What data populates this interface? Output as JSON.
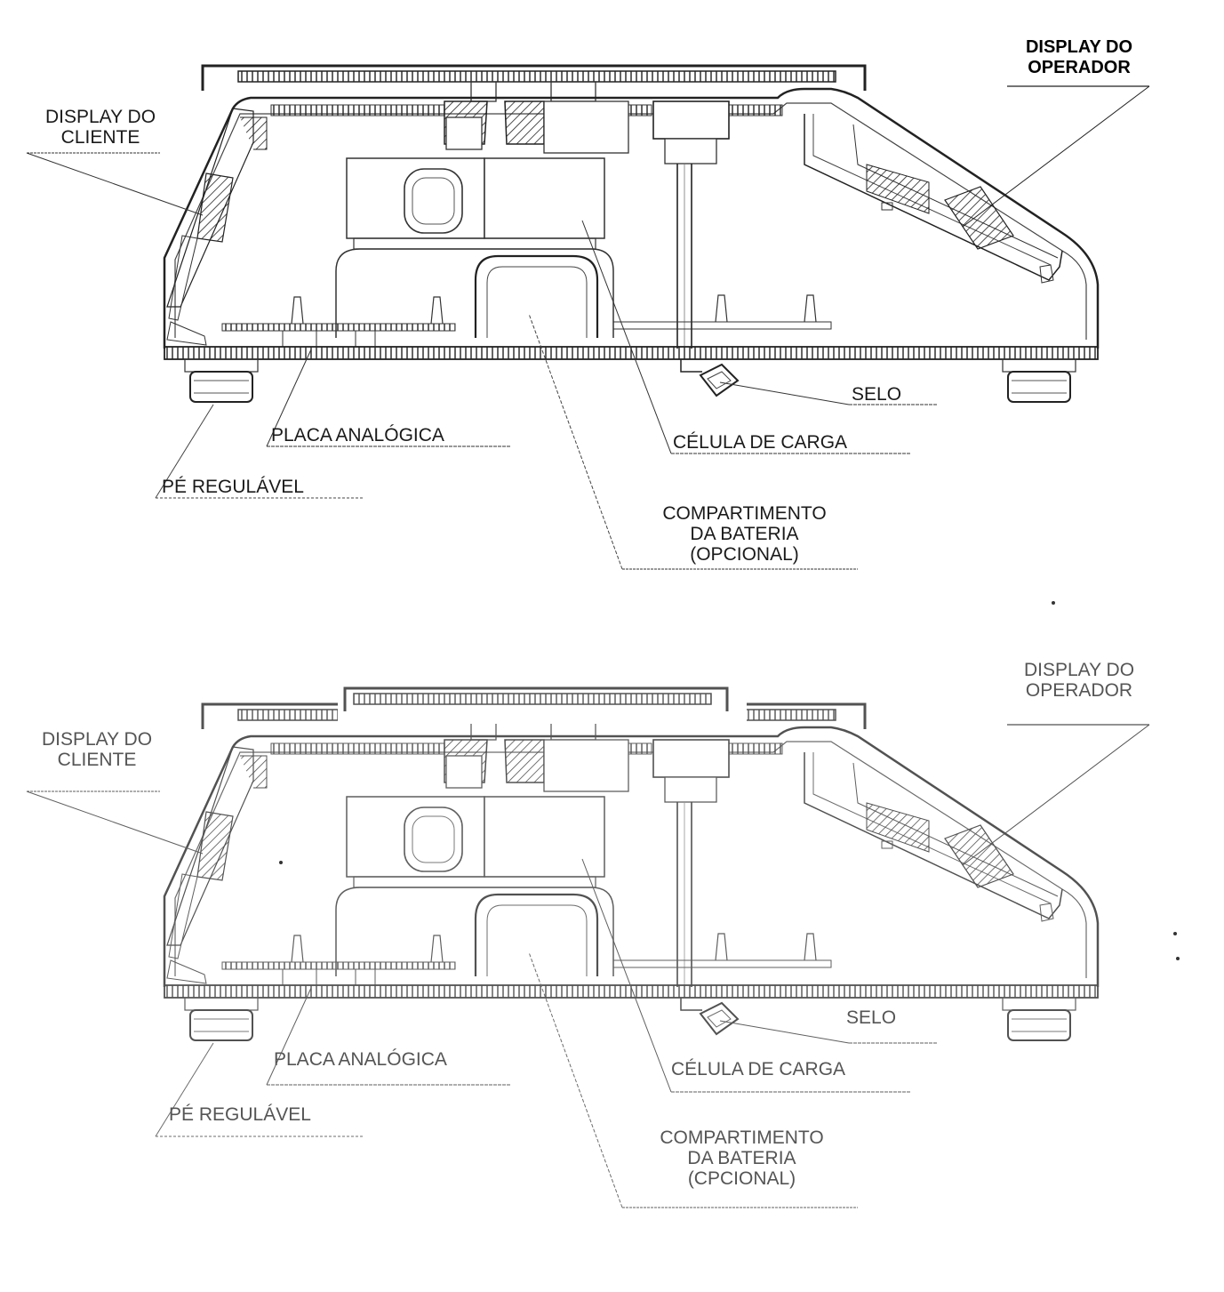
{
  "top_diagram": {
    "display_operador": [
      "DISPLAY DO",
      "OPERADOR"
    ],
    "display_cliente": [
      "DISPLAY DO",
      "CLIENTE"
    ],
    "selo": "SELO",
    "celula_de_carga": "CÉLULA DE CARGA",
    "placa_analogica": "PLACA ANALÓGICA",
    "pe_regulavel": "PÉ REGULÁVEL",
    "compartimento": [
      "COMPARTIMENTO",
      "DA BATERIA",
      "(OPCIONAL)"
    ]
  },
  "bottom_diagram": {
    "display_operador": [
      "DISPLAY DO",
      "OPERADOR"
    ],
    "display_cliente": [
      "DISPLAY DO",
      "CLIENTE"
    ],
    "selo": "SELO",
    "celula_de_carga": "CÉLULA DE CARGA",
    "placa_analogica": "PLACA ANALÓGICA",
    "pe_regulavel": "PÉ REGULÁVEL",
    "compartimento": [
      "COMPARTIMENTO",
      "DA BATERIA",
      "(CPCIONAL)"
    ]
  }
}
